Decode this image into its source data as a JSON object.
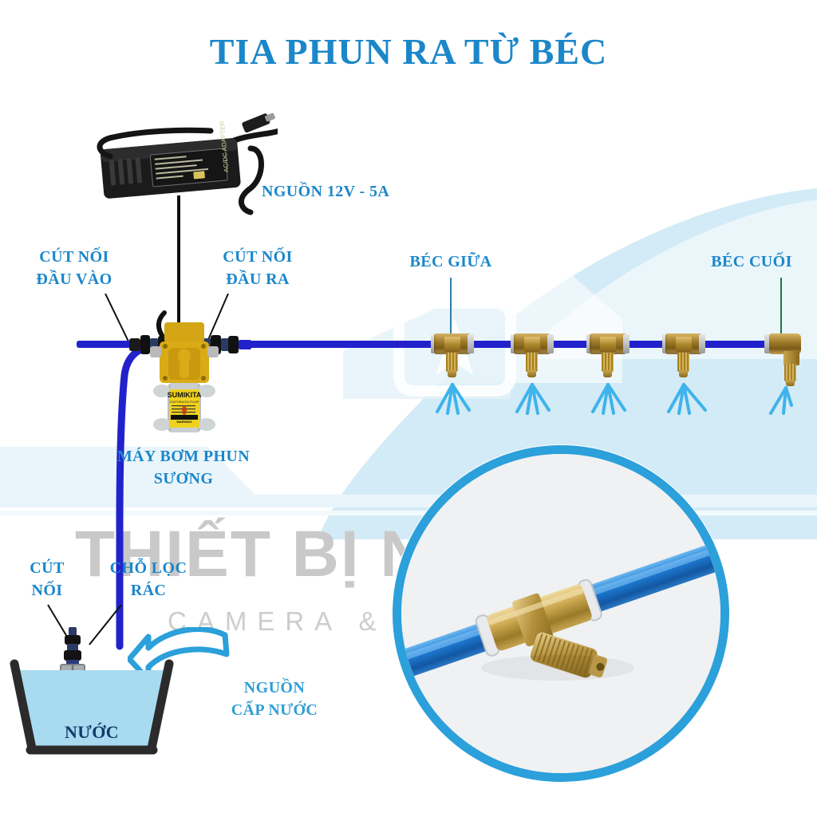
{
  "title": "TIA PHUN RA TỪ BÉC",
  "colors": {
    "label_blue": "#1b87c9",
    "title_blue": "#1b87c9",
    "pipe_blue": "#2222cc",
    "spray_blue": "#3fb3ec",
    "brass": "#b8922f",
    "water_blue": "#a8daf0",
    "bucket_dark": "#2b2b2b",
    "watermark_gray": "#c9c9c9",
    "accent_circle": "#2ba0da"
  },
  "labels": {
    "power_supply": "NGUỒN 12V - 5A",
    "inlet_fitting": "CÚT NỐI\nĐẦU VÀO",
    "outlet_fitting": "CÚT NỐI\nĐẦU RA",
    "middle_nozzle": "BÉC GIỮA",
    "end_nozzle": "BÉC CUỐI",
    "pump": "MÁY BƠM PHUN\nSƯƠNG",
    "connector": "CÚT\nNỐI",
    "filter": "CHỖ LỌC\nRÁC",
    "water_source": "NGUỒN\nCẤP NƯỚC",
    "water": "NƯỚC"
  },
  "pump": {
    "brand": "SUMIKITA",
    "sub": "DIAPHRAGM PUMP",
    "warning": "WARNING"
  },
  "watermark": {
    "line1": "THIẾT BỊ NHÀ",
    "line2": "CAMERA &"
  },
  "nozzles": {
    "tee_positions_x": [
      640,
      735,
      830,
      925,
      1015
    ],
    "count_tees": 4,
    "count_elbow": 1
  },
  "icons": {
    "arrow": "water-source-arrow-icon",
    "adapter": "power-adapter-icon",
    "pump": "misting-pump-icon",
    "filter": "mesh-filter-icon",
    "bucket": "water-bucket-icon",
    "tee": "brass-tee-nozzle-icon",
    "elbow": "brass-elbow-nozzle-icon"
  }
}
